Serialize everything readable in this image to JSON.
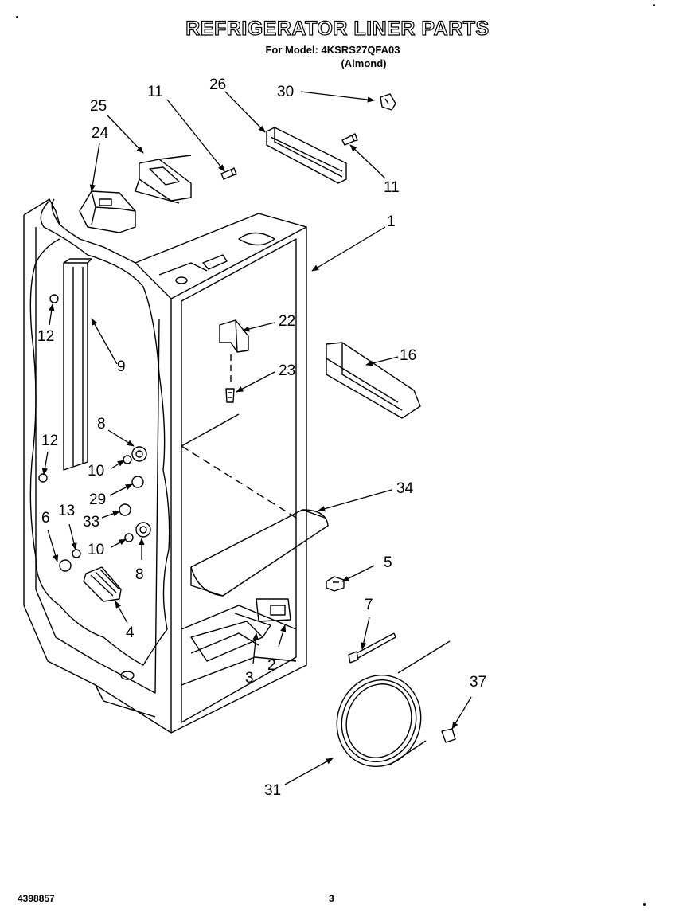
{
  "header": {
    "title": "REFRIGERATOR LINER PARTS",
    "model_line": "For Model: 4KSRS27QFA03",
    "color_line": "(Almond)"
  },
  "footer": {
    "doc_number": "4398857",
    "page_number": "3"
  },
  "callouts": [
    {
      "id": "c1",
      "label": "1"
    },
    {
      "id": "c2",
      "label": "2"
    },
    {
      "id": "c3",
      "label": "3"
    },
    {
      "id": "c4",
      "label": "4"
    },
    {
      "id": "c5",
      "label": "5"
    },
    {
      "id": "c6",
      "label": "6"
    },
    {
      "id": "c7",
      "label": "7"
    },
    {
      "id": "c8a",
      "label": "8"
    },
    {
      "id": "c8b",
      "label": "8"
    },
    {
      "id": "c9",
      "label": "9"
    },
    {
      "id": "c10a",
      "label": "10"
    },
    {
      "id": "c10b",
      "label": "10"
    },
    {
      "id": "c11a",
      "label": "11"
    },
    {
      "id": "c11b",
      "label": "11"
    },
    {
      "id": "c12a",
      "label": "12"
    },
    {
      "id": "c12b",
      "label": "12"
    },
    {
      "id": "c13",
      "label": "13"
    },
    {
      "id": "c16",
      "label": "16"
    },
    {
      "id": "c22",
      "label": "22"
    },
    {
      "id": "c23",
      "label": "23"
    },
    {
      "id": "c24",
      "label": "24"
    },
    {
      "id": "c25",
      "label": "25"
    },
    {
      "id": "c26",
      "label": "26"
    },
    {
      "id": "c29",
      "label": "29"
    },
    {
      "id": "c30",
      "label": "30"
    },
    {
      "id": "c31",
      "label": "31"
    },
    {
      "id": "c33",
      "label": "33"
    },
    {
      "id": "c34",
      "label": "34"
    },
    {
      "id": "c37",
      "label": "37"
    }
  ]
}
